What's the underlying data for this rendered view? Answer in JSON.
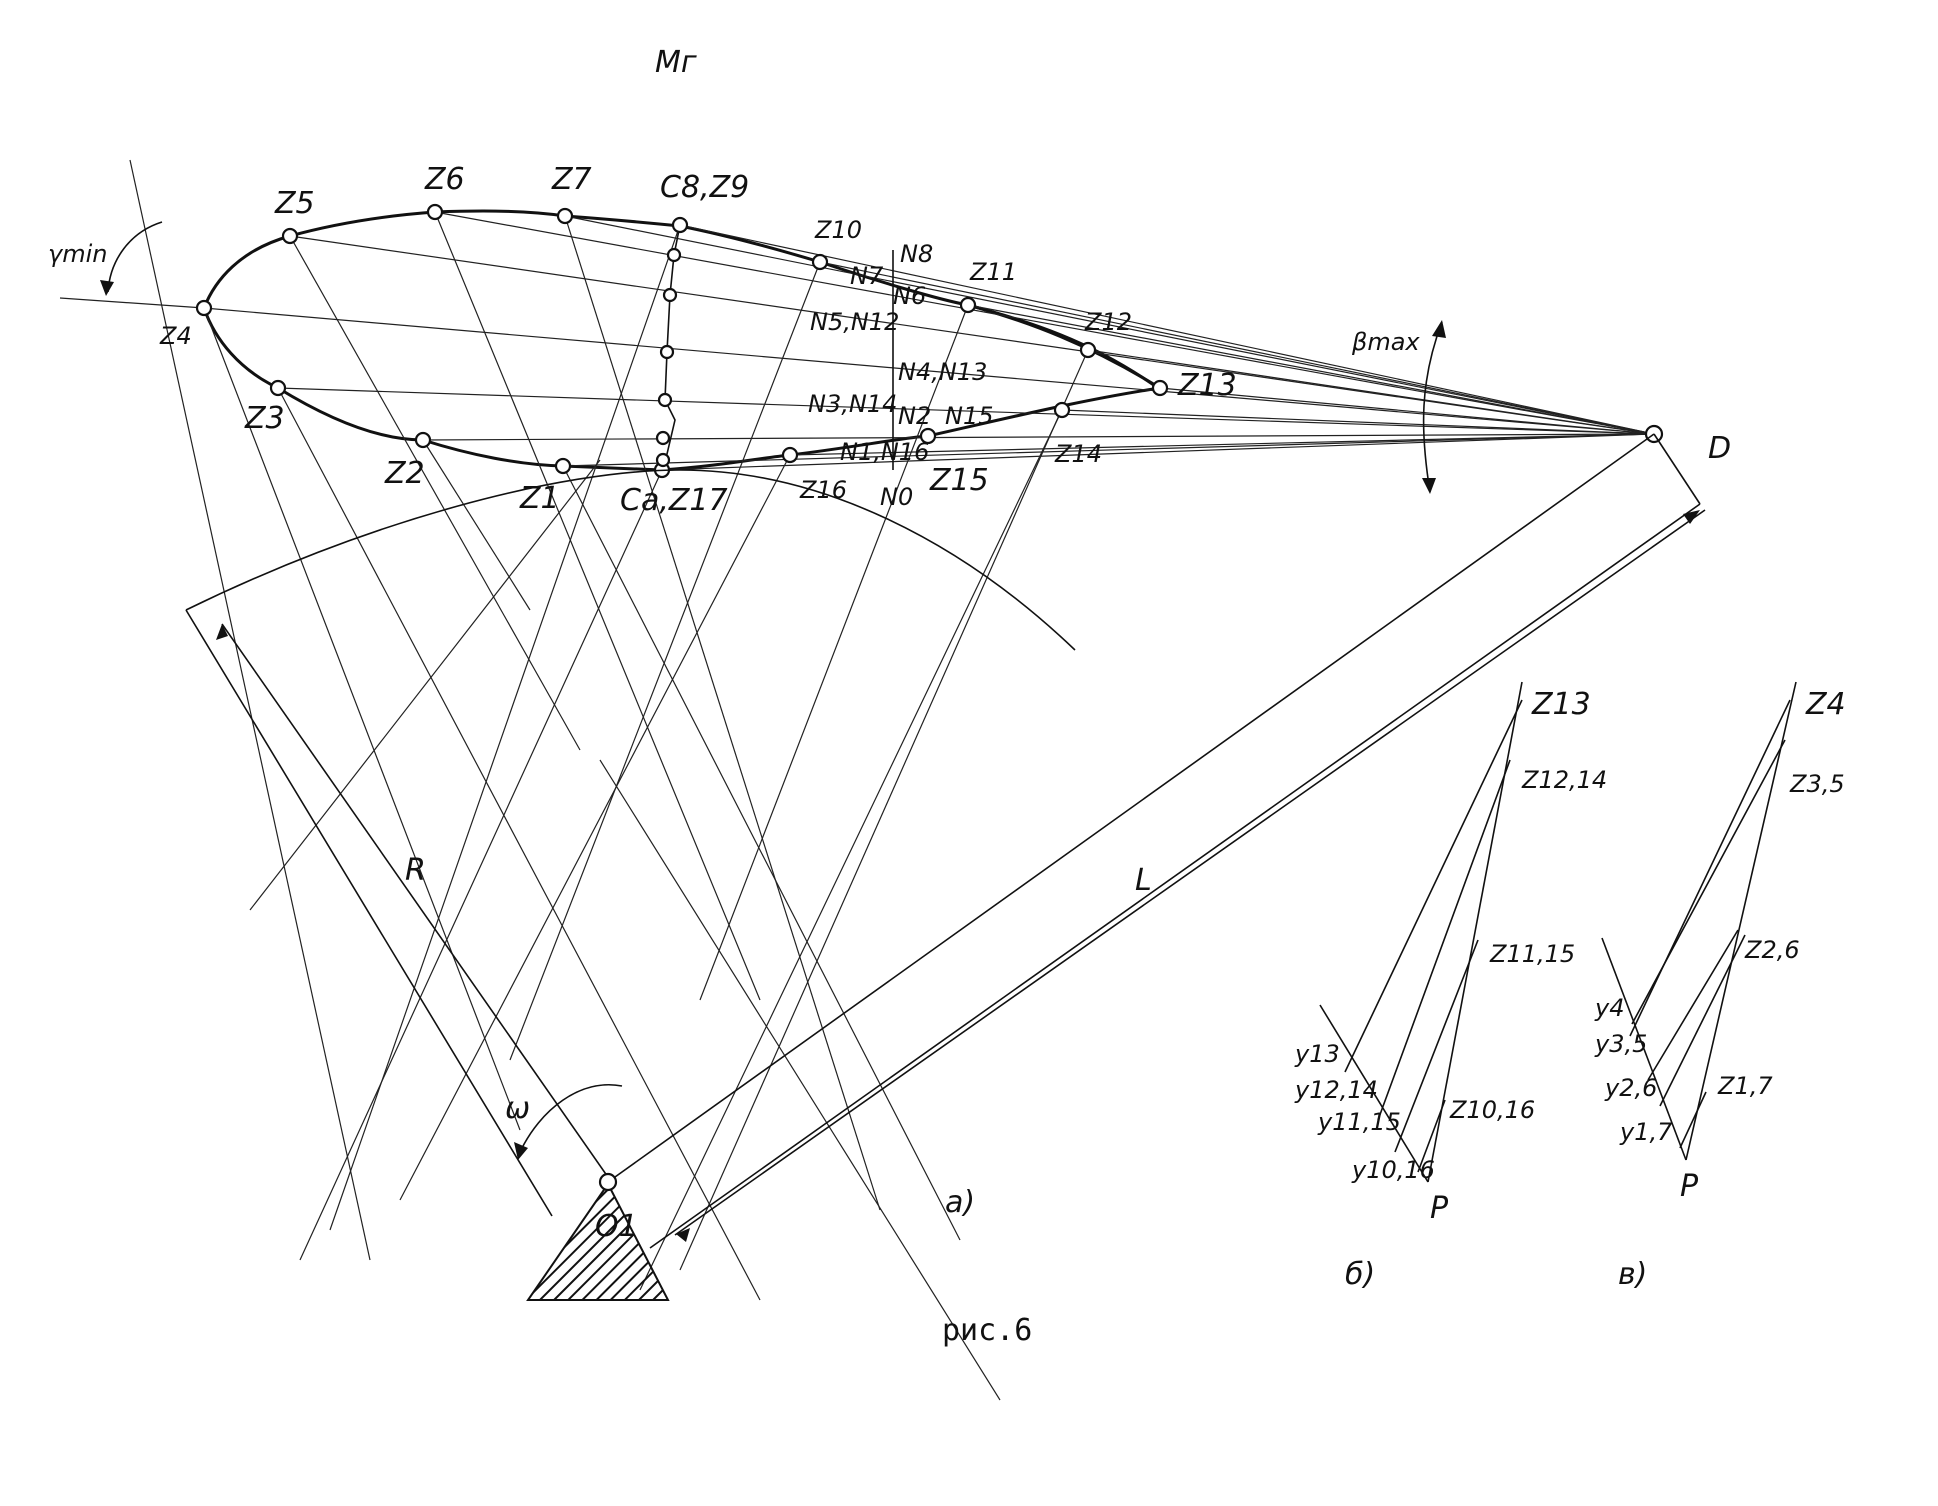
{
  "header": {
    "mark": "Мг"
  },
  "profile": {
    "z4": "Z4",
    "z5": "Z5",
    "z6": "Z6",
    "z7": "Z7",
    "c8z9": "C8,Z9",
    "z10": "Z10",
    "z11": "Z11",
    "z12": "Z12",
    "z13": "Z13",
    "z14": "Z14",
    "z15": "Z15",
    "z16": "Z16",
    "z3": "Z3",
    "z2": "Z2",
    "z1": "Z1",
    "ca_z17": "Ca,Z17",
    "n8": "N8",
    "n7": "N7",
    "n6": "N6",
    "n5n12": "N5,N12",
    "n4n13": "N4,N13",
    "n3n14": "N3,N14",
    "n2": "N2",
    "n15": "N15",
    "n1n16": "N1,N16",
    "n0": "N0",
    "d": "D",
    "gamma_min": "γmin",
    "beta_max": "βmax"
  },
  "kinematics": {
    "r": "R",
    "l": "L",
    "omega": "ω",
    "o1": "O1",
    "panel_a": "a)"
  },
  "diagram_b": {
    "z13": "Z13",
    "z12_14": "Z12,14",
    "z11_15": "Z11,15",
    "z10_16": "Z10,16",
    "y13": "y13",
    "y12_14": "y12,14",
    "y11_15": "y11,15",
    "y10_16": "y10,16",
    "p": "P",
    "panel": "б)"
  },
  "diagram_v": {
    "z4": "Z4",
    "z3_5": "Z3,5",
    "z2_6": "Z2,6",
    "z1_7": "Z1,7",
    "y4": "y4",
    "y3_5": "y3,5",
    "y2_6": "y2,6",
    "y1_7": "y1,7",
    "p": "P",
    "panel": "в)"
  },
  "caption": "рис.6"
}
